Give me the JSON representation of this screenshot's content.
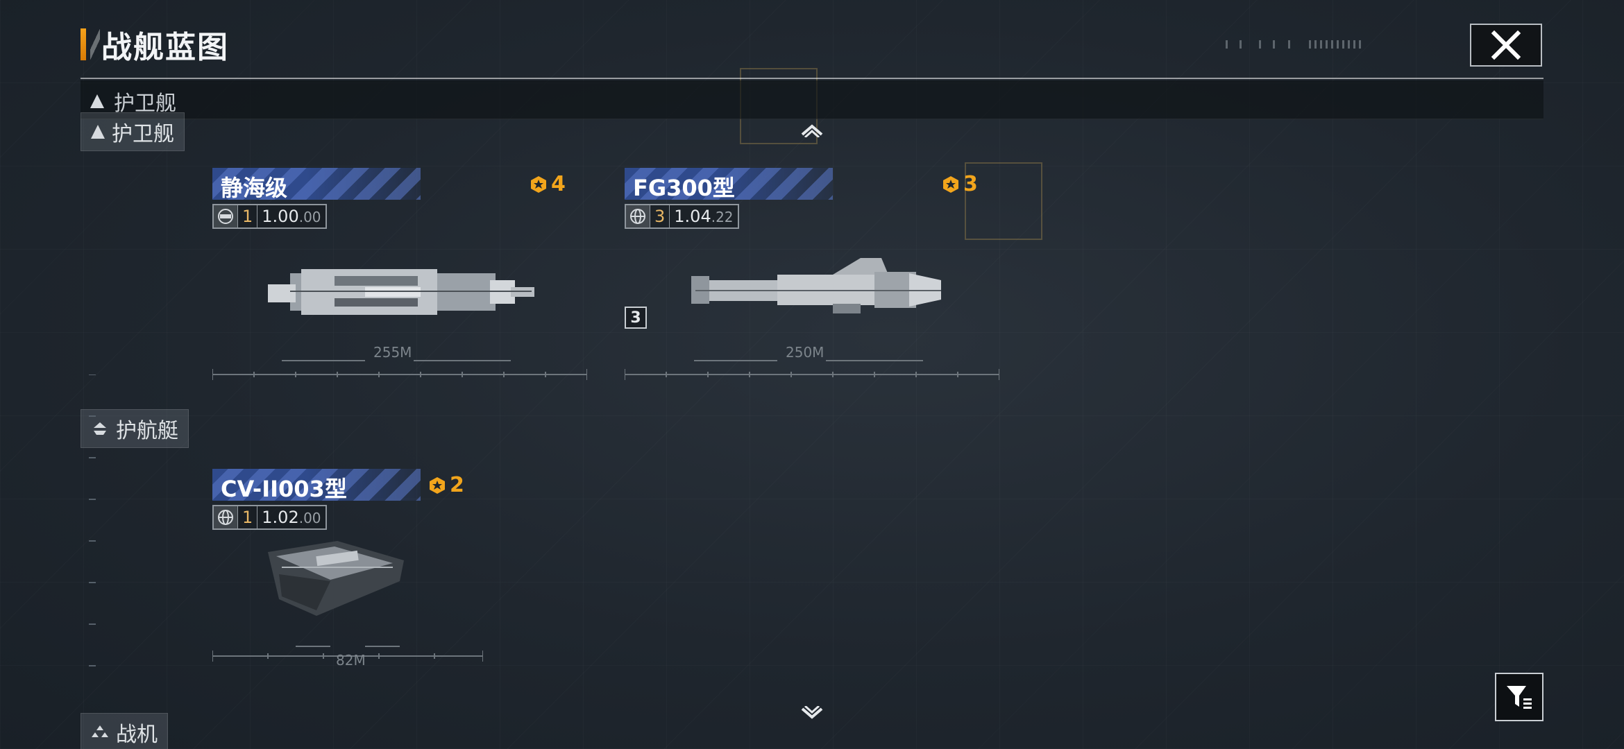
{
  "header": {
    "title": "战舰蓝图",
    "close_icon": "close-icon"
  },
  "sticky_category": {
    "label": "护卫舰",
    "icon": "triangle-icon"
  },
  "categories": [
    {
      "label": "护卫舰",
      "icon": "triangle-icon"
    },
    {
      "label": "护航艇",
      "icon": "escort-icon"
    },
    {
      "label": "战机",
      "icon": "fighter-icon"
    }
  ],
  "ships": [
    {
      "name": "静海级",
      "rank": "4",
      "stat_icon": "hull-icon",
      "count": "1",
      "value": "1.00",
      "value_sub": ".00",
      "length": "255M",
      "owned_badge": ""
    },
    {
      "name": "FG300型",
      "rank": "3",
      "stat_icon": "globe-icon",
      "count": "3",
      "value": "1.04",
      "value_sub": ".22",
      "length": "250M",
      "owned_badge": "3"
    },
    {
      "name": "CV-II003型",
      "rank": "2",
      "stat_icon": "globe-icon",
      "count": "1",
      "value": "1.02",
      "value_sub": ".00",
      "length": "82M",
      "owned_badge": ""
    }
  ],
  "colors": {
    "accent": "#f6a21b",
    "name_bar": "#2f4a8c",
    "rank": "#f2a51c",
    "background": "#1e252d"
  },
  "controls": {
    "scroll_up_icon": "chevron-up-icon",
    "scroll_down_icon": "chevron-down-icon",
    "filter_icon": "filter-icon"
  }
}
